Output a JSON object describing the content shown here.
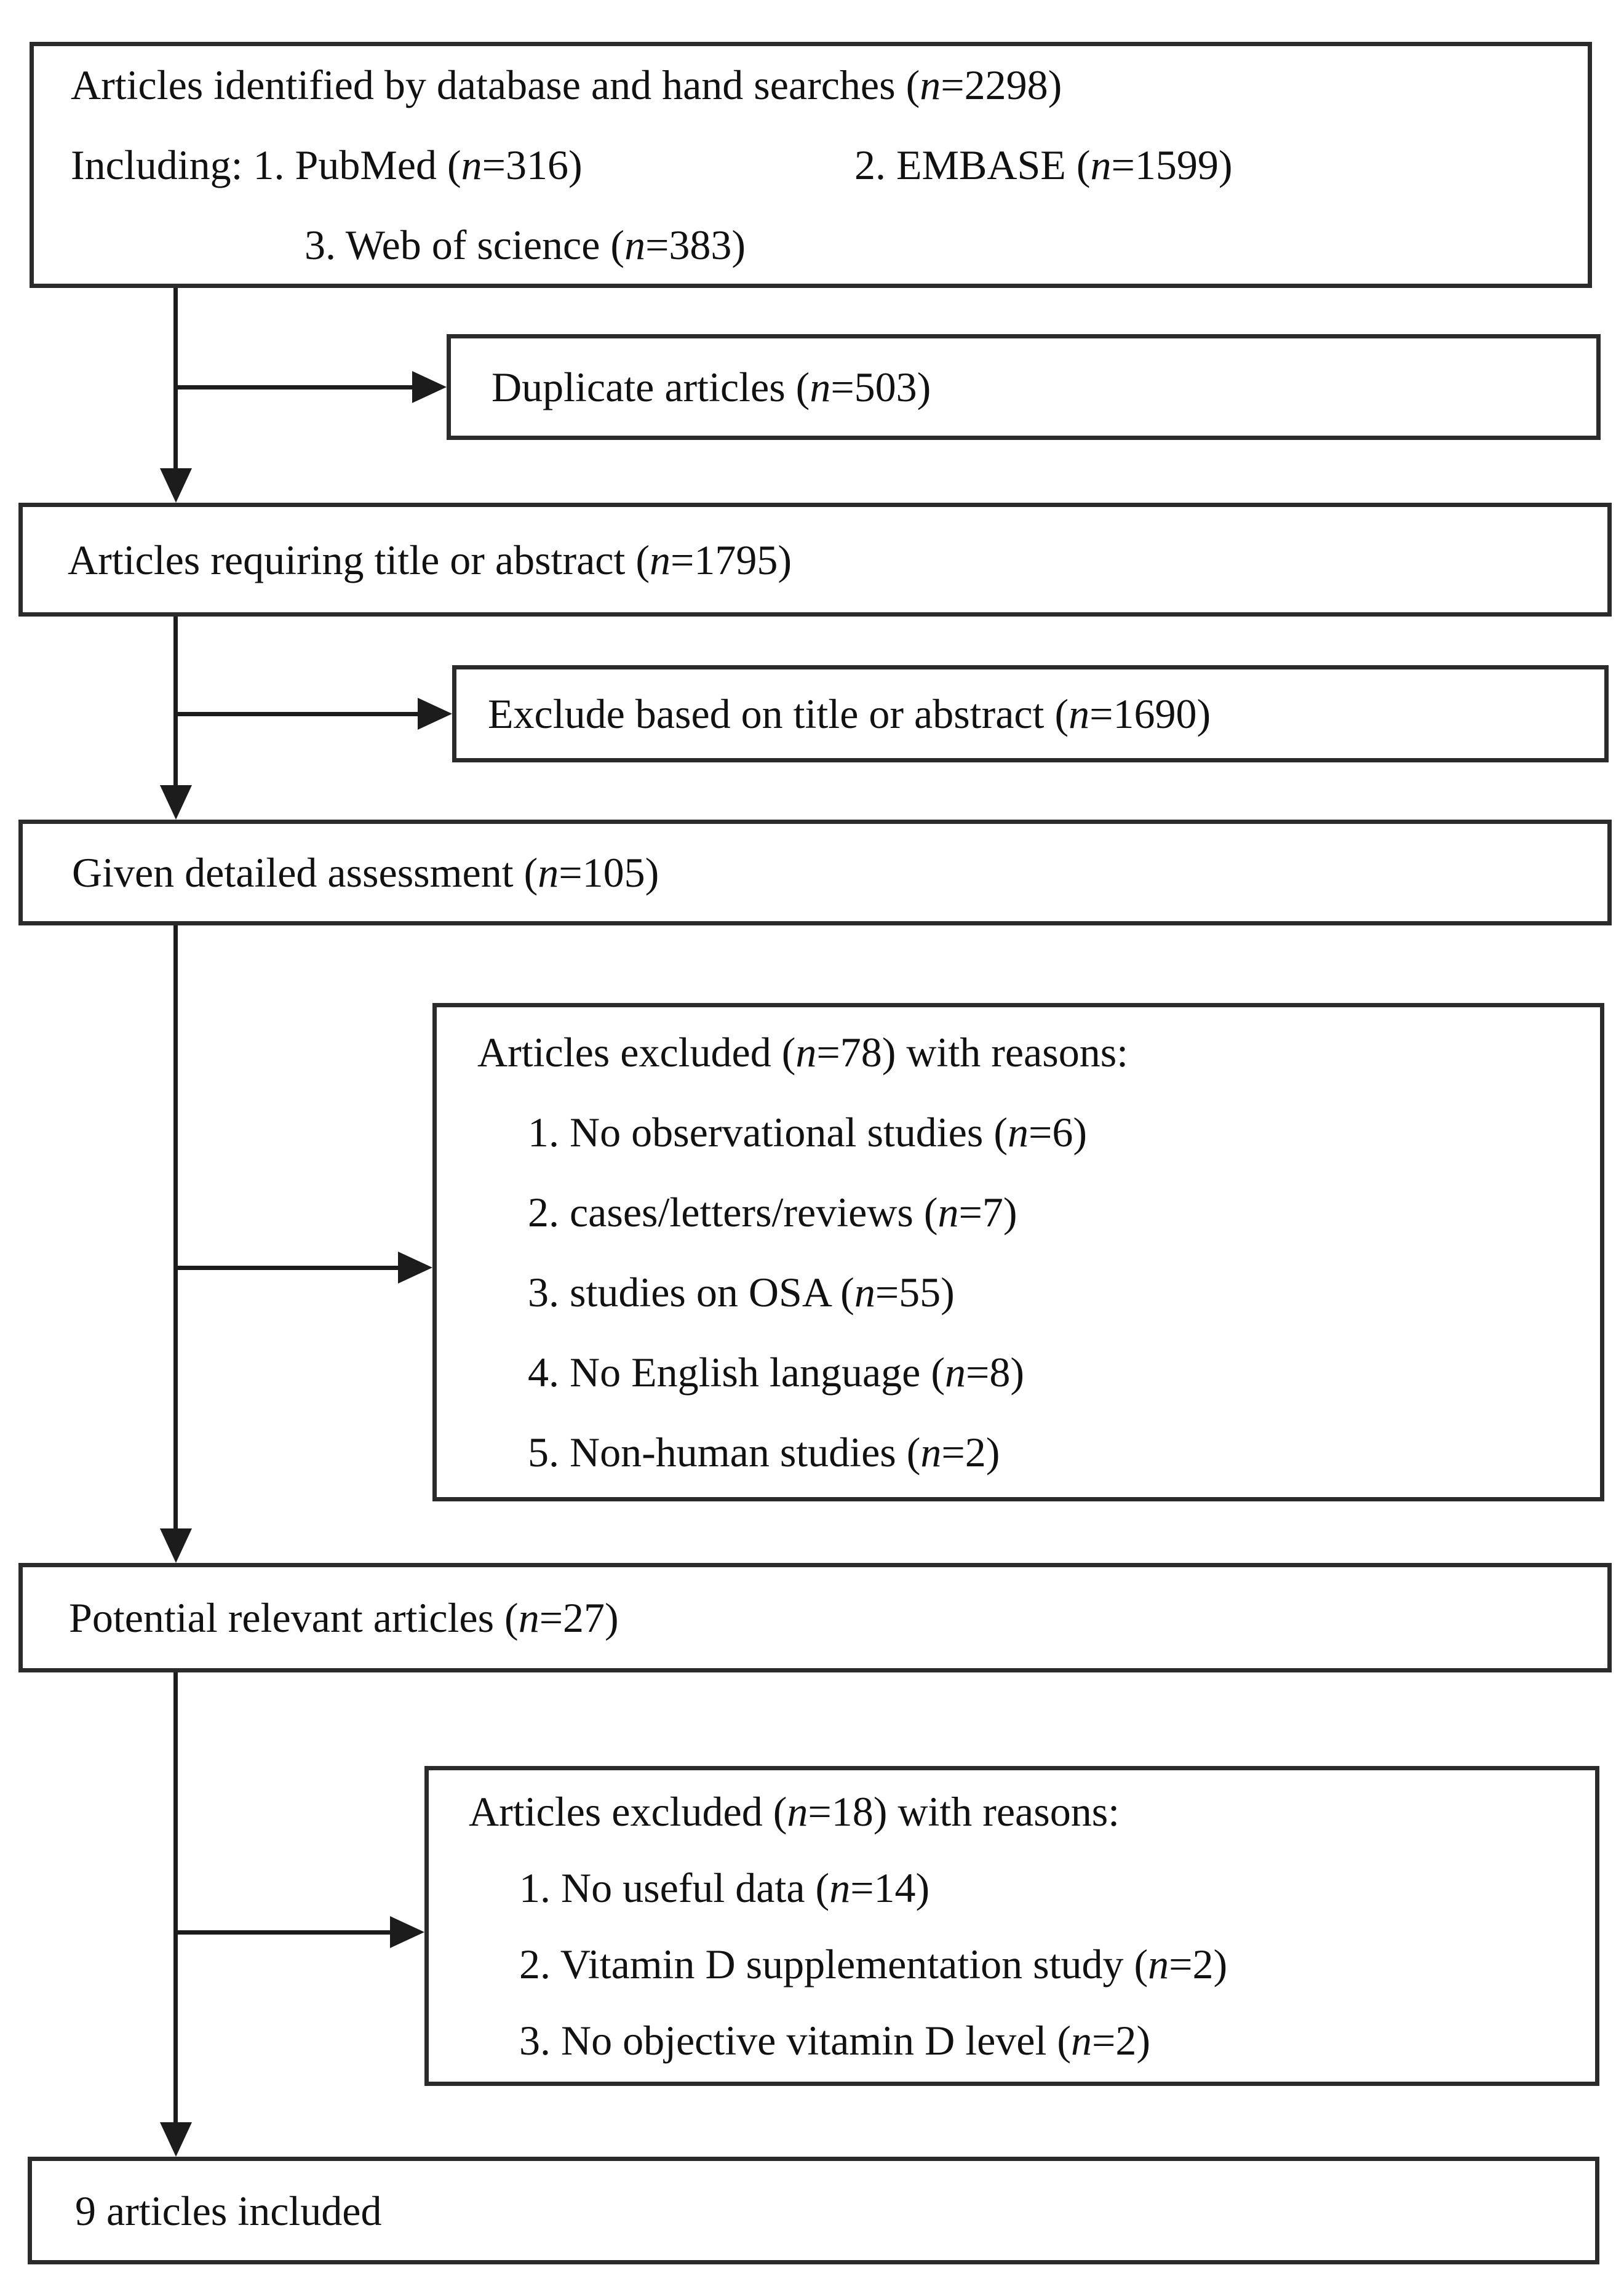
{
  "colors": {
    "border": "#2b2b2b",
    "line": "#1c1c1c",
    "text": "#111111",
    "background": "#ffffff"
  },
  "boxes": {
    "identified": {
      "line1": "Articles identified by database and hand searches (n=2298)",
      "line2a": "Including: 1. PubMed (n=316)",
      "line2b": "2. EMBASE (n=1599)",
      "line3": "3. Web of science (n=383)"
    },
    "duplicates": {
      "text": "Duplicate articles (n=503)"
    },
    "title_abstract": {
      "text": "Articles requiring title or abstract (n=1795)"
    },
    "exclude_title_abstract": {
      "text": "Exclude based on title or abstract (n=1690)"
    },
    "detailed_assessment": {
      "text": "Given detailed assessment (n=105)"
    },
    "excluded_detailed": {
      "title": "Articles excluded (n=78) with reasons:",
      "items": [
        "1. No observational studies (n=6)",
        "2. cases/letters/reviews (n=7)",
        "3. studies on OSA (n=55)",
        "4. No English language (n=8)",
        "5. Non-human studies (n=2)"
      ]
    },
    "potential_relevant": {
      "text": "Potential relevant articles (n=27)"
    },
    "excluded_potential": {
      "title": "Articles excluded (n=18) with reasons:",
      "items": [
        "1. No useful data (n=14)",
        "2. Vitamin D supplementation study (n=2)",
        "3. No objective vitamin D level (n=2)"
      ]
    },
    "included": {
      "text": "9 articles included"
    }
  }
}
